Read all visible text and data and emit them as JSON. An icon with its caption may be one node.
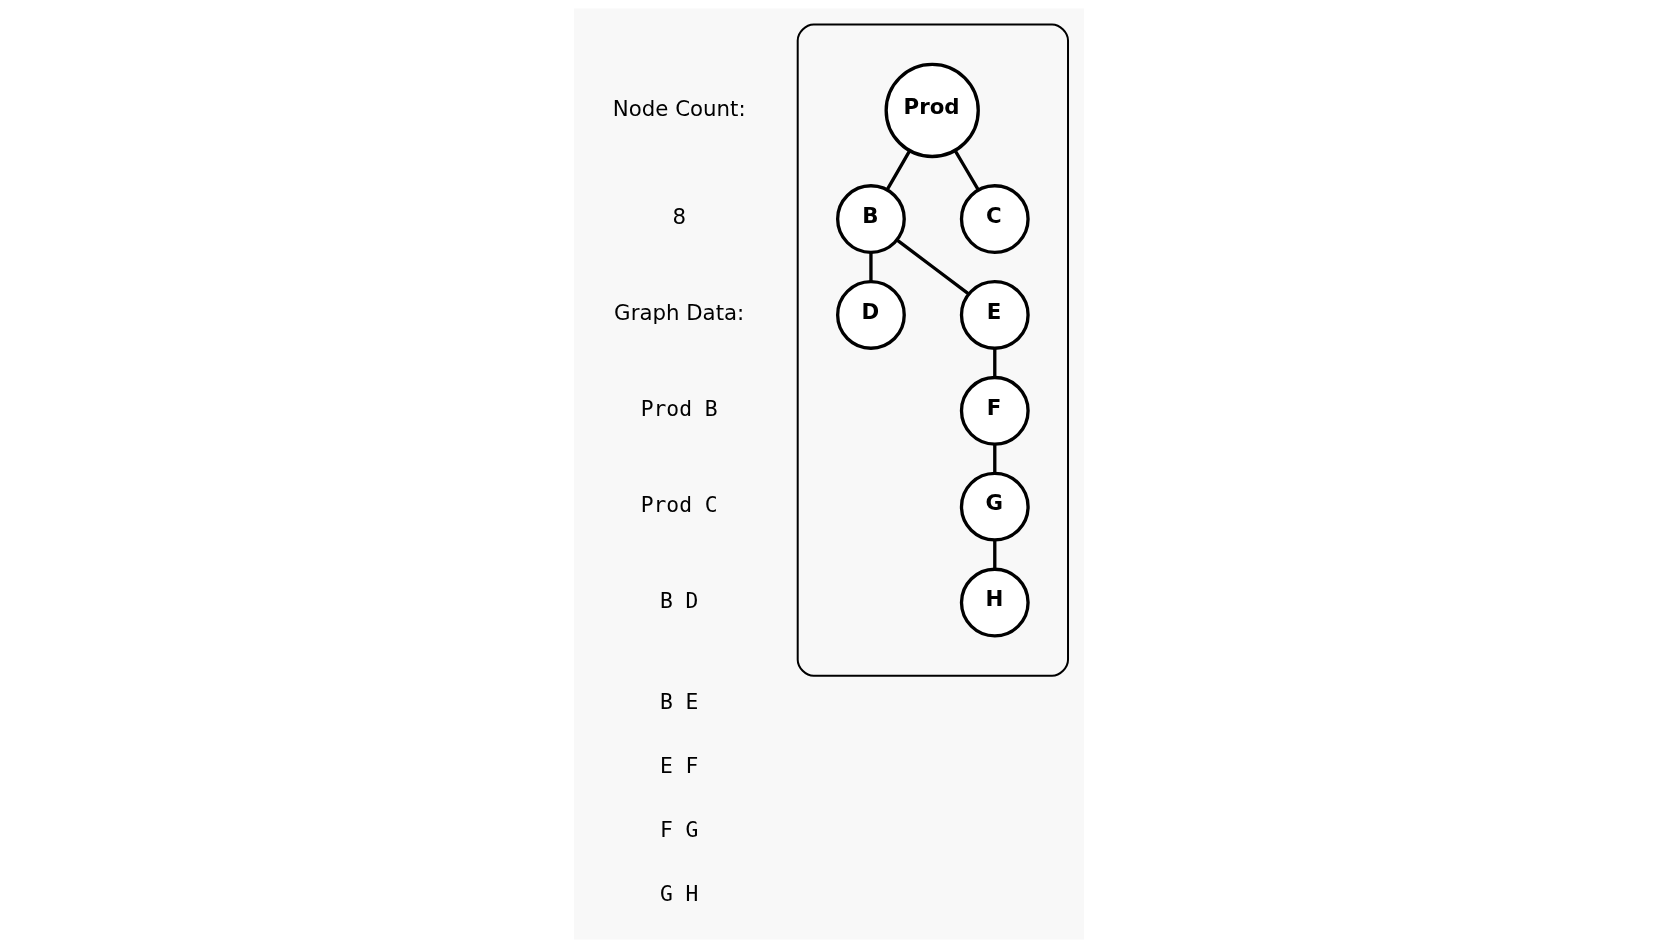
{
  "diagram": {
    "nodes": [
      {
        "text": [],
        "shape": "box"
      },
      {
        "text": [
          "Prod"
        ],
        "in": 0
      },
      {
        "text": [
          "B"
        ],
        "in": 0
      },
      {
        "text": [
          "C"
        ],
        "in": 0
      },
      {
        "text": [
          "D"
        ],
        "in": 0
      },
      {
        "text": [
          "E"
        ],
        "in": 0
      },
      {
        "text": [
          "F"
        ],
        "in": 0
      },
      {
        "text": [
          "G"
        ],
        "in": 0
      },
      {
        "text": [
          "H"
        ],
        "in": 0
      }
    ],
    "edges": [
      {
        "from": 1,
        "to": 2,
        "arrow": "none"
      },
      {
        "from": 1,
        "to": 3,
        "arrow": "none"
      },
      {
        "from": 2,
        "to": 4,
        "arrow": "none"
      },
      {
        "from": 2,
        "to": 5,
        "arrow": "none"
      },
      {
        "from": 5,
        "to": 6,
        "arrow": "none"
      },
      {
        "from": 6,
        "to": 7,
        "arrow": "none"
      },
      {
        "from": 7,
        "to": 8,
        "arrow": "none"
      }
    ],
    "labels": [
      "Node Count:",
      "8",
      "Graph Data:",
      "Prod B",
      "Prod C",
      "B D",
      "B E",
      "E F",
      "F G",
      "G H"
    ]
  }
}
